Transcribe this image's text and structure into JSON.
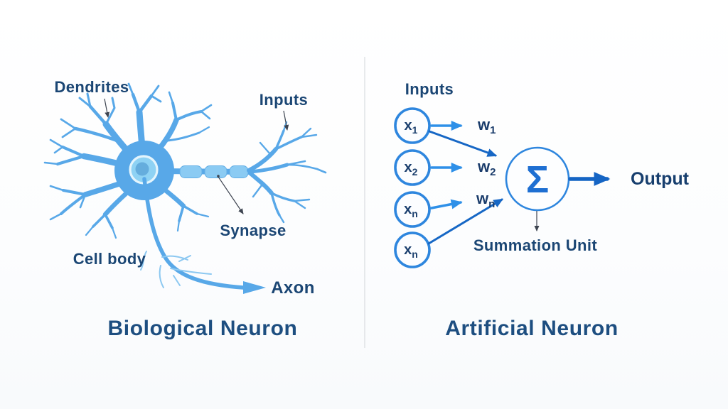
{
  "colors": {
    "background": "#fdfdfe",
    "neuron_blue": "#58a8e8",
    "neuron_light_blue": "#8cc8f1",
    "myelin_fill": "#8bcbf3",
    "nucleus_ring": "#e4f5fd",
    "nucleus_fill": "#8ed2f4",
    "nucleus_core": "#60a8da",
    "node_stroke": "#2e86de",
    "arrow_dark_blue": "#1667c5",
    "arrow_light_blue": "#2e90e8",
    "output_arrow": "#1565c4",
    "text_navy": "#1b4674",
    "title_navy": "#1d4e80",
    "pointer_gray": "#3d4450",
    "divider_gray": "#d9dcdf"
  },
  "left": {
    "labels": {
      "dendrites": "Dendrites",
      "inputs": "Inputs",
      "synapse": "Synapse",
      "cell_body": "Cell body",
      "axon": "Axon"
    },
    "title": "Biological Neuron"
  },
  "right": {
    "inputs_label": "Inputs",
    "nodes": [
      {
        "base": "x",
        "sub": "1"
      },
      {
        "base": "x",
        "sub": "2"
      },
      {
        "base": "x",
        "sub": "n"
      },
      {
        "base": "x",
        "sub": "n"
      }
    ],
    "weights": [
      {
        "base": "w",
        "sub": "1"
      },
      {
        "base": "w",
        "sub": "2"
      },
      {
        "base": "w",
        "sub": "n"
      }
    ],
    "sum_symbol": "Σ",
    "output_label": "Output",
    "summation_label": "Summation Unit",
    "title": "Artificial Neuron"
  }
}
